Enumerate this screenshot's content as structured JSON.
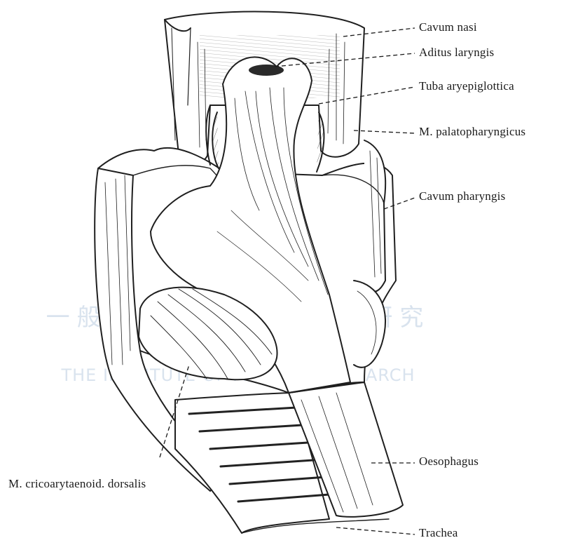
{
  "labels": {
    "cavum_nasi": "Cavum nasi",
    "aditus_laryngis": "Aditus laryngis",
    "tuba_aryepiglottica": "Tuba aryepiglottica",
    "m_palatopharyngicus": "M. palatopharyngicus",
    "cavum_pharyngis": "Cavum pharyngis",
    "oesophagus": "Oesophagus",
    "m_cricoarytaenoid_dorsalis": "M. cricoarytaenoid. dorsalis",
    "trachea": "Trachea"
  },
  "watermark": {
    "line1": "一般財団法人 日本医学研究所",
    "line2": "THE INSTITUTE OF MEDICAL RESEARCH"
  },
  "colors": {
    "ink": "#1a1a1a",
    "watermark": "#d9e3ee",
    "background": "#ffffff"
  }
}
